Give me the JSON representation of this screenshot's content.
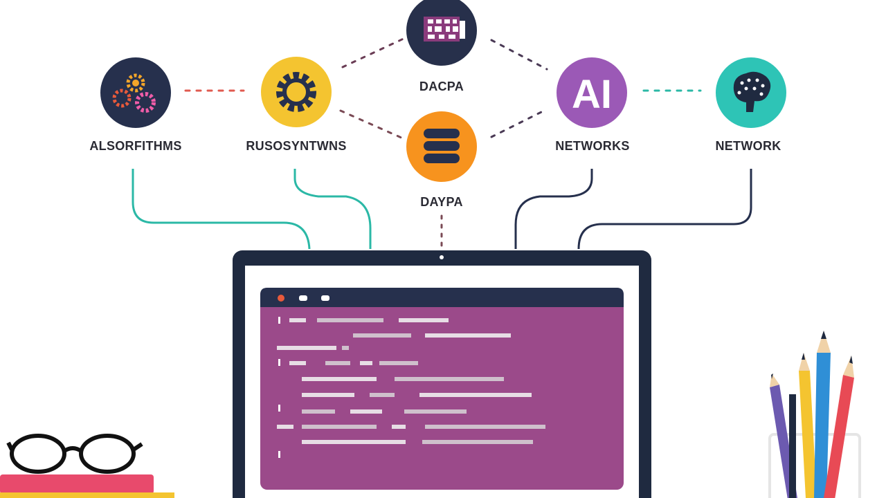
{
  "nodes": {
    "algorithms": {
      "label": "ALSORFITHMS",
      "icon": "gears-icon",
      "color": "#26304d"
    },
    "systems": {
      "label": "RUSOSYNTWNS",
      "icon": "gear-icon",
      "color": "#f4c430"
    },
    "data_top": {
      "label": "DACPA",
      "icon": "data-grid-icon",
      "color": "#27304b"
    },
    "data_middle": {
      "label": "DAYPA",
      "icon": "database-icon",
      "color": "#f7931e"
    },
    "ai": {
      "label": "NETWORKS",
      "icon_text": "AI",
      "icon": "ai-icon",
      "color": "#9b59b6"
    },
    "network": {
      "label": "NETWORK",
      "icon": "brain-icon",
      "color": "#2ec4b6"
    }
  },
  "colors": {
    "teal": "#2bb8a6",
    "navy": "#26304d",
    "purple_screen": "#9b4a8a",
    "coral": "#e85a5a"
  }
}
